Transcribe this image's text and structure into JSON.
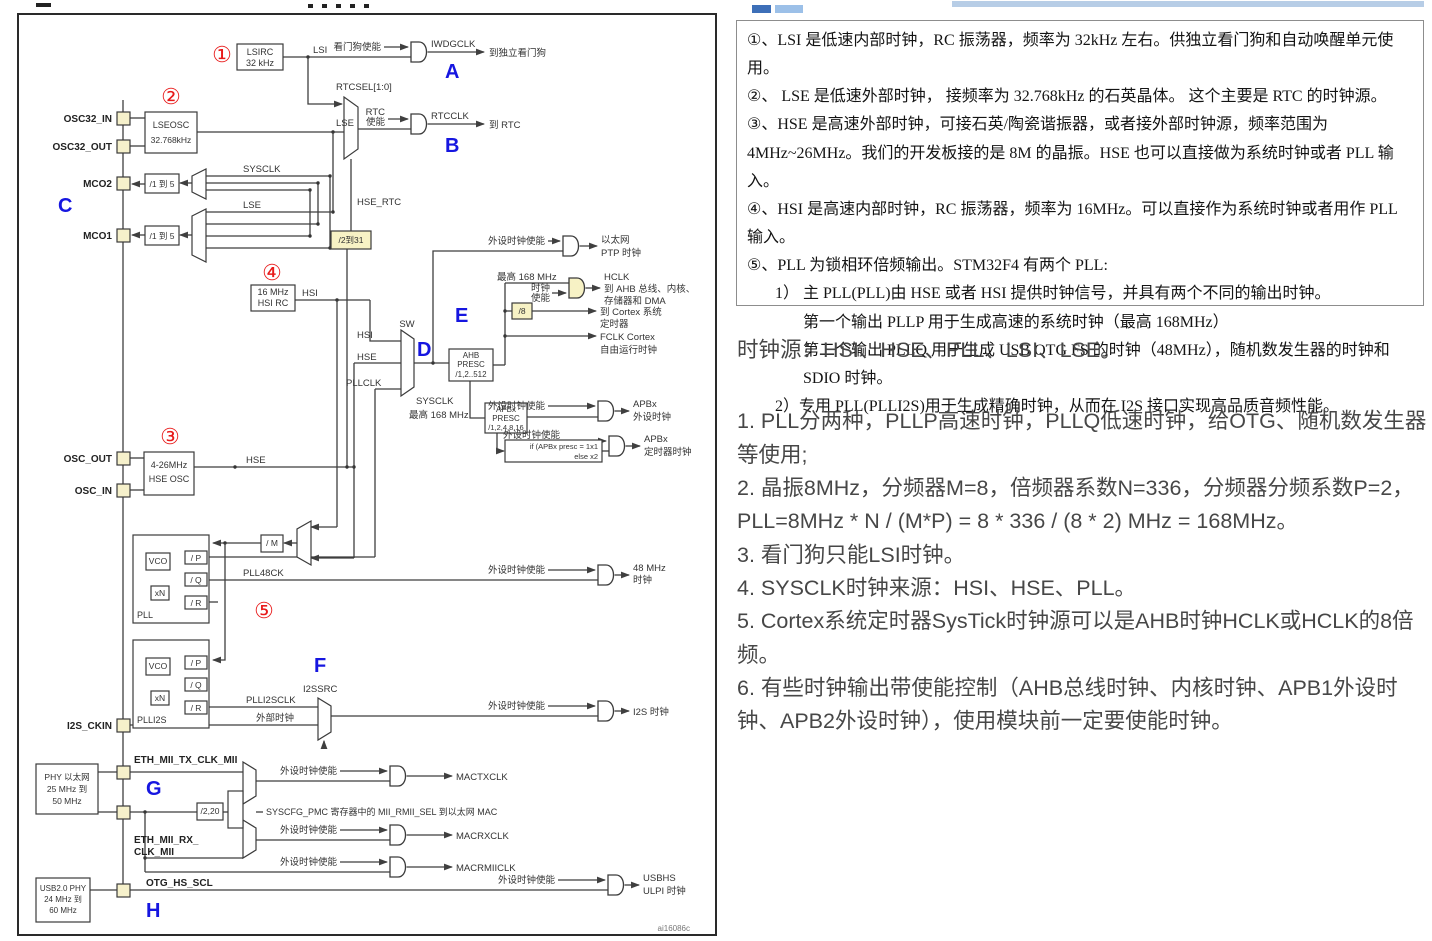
{
  "colors": {
    "accent_red": "#e81a1a",
    "accent_blue": "#1616e0",
    "box_yellow": "#f7f2c5"
  },
  "d": {
    "m1": "①",
    "m2": "②",
    "m3": "③",
    "m4": "④",
    "m5": "⑤",
    "A": "A",
    "B": "B",
    "C": "C",
    "D": "D",
    "E": "E",
    "F": "F",
    "G": "G",
    "H": "H",
    "pin_osc32in": "OSC32_IN",
    "pin_osc32out": "OSC32_OUT",
    "pin_mco2": "MCO2",
    "pin_mco1": "MCO1",
    "pin_oscout": "OSC_OUT",
    "pin_oscin": "OSC_IN",
    "pin_i2sckin": "I2S_CKIN",
    "lsirc": [
      "LSIRC",
      "32 kHz"
    ],
    "lsi": "LSI",
    "wdg_en": "看门狗使能",
    "iwdgclk": "IWDGCLK",
    "to_iwdg": "到独立看门狗",
    "rtcsel": "RTCSEL[1:0]",
    "rtc": "RTC",
    "en2": "使能",
    "rtcclk": "RTCCLK",
    "to_rtc": "到 RTC",
    "lse": "LSE",
    "lseosc": [
      "LSEOSC",
      "32.768kHz"
    ],
    "div15": "/1 到 5",
    "sysclk": "SYSCLK",
    "hse_rtc": "HSE_RTC",
    "div231": "/2到31",
    "hsirc": [
      "16 MHz",
      "HSI RC"
    ],
    "hsi": "HSI",
    "hse": "HSE",
    "pllclk": "PLLCLK",
    "sw": "SW",
    "sysclk_max": "最高 168 MHz",
    "ahb": [
      "AHB",
      "PRESC",
      "/1,2..512"
    ],
    "en": "外设时钟使能",
    "eth_ptp": [
      "以太网",
      "PTP 时钟"
    ],
    "clk": "时钟",
    "hclk": [
      "HCLK",
      "到 AHB 总线、内核、",
      "存储器和 DMA"
    ],
    "div8": "/8",
    "cortex": [
      "到 Cortex 系统",
      "定时器"
    ],
    "fclk": [
      "FCLK Cortex",
      "自由运行时钟"
    ],
    "apbx": [
      "APBx",
      "PRESC",
      "/1,2,4,8,16"
    ],
    "apbx_p": [
      "APBx",
      "外设时钟"
    ],
    "ifbox": [
      "if (APBx presc = 1x1",
      "else x2"
    ],
    "apbx_t": [
      "APBx",
      "定时器时钟"
    ],
    "hseosc": [
      "4-26MHz",
      "HSE OSC"
    ],
    "vco": "VCO",
    "xn": "xN",
    "dp": "/ P",
    "dq": "/ Q",
    "dr": "/ R",
    "dm": "/ M",
    "pll": "PLL",
    "plli2s": "PLLI2S",
    "pll48ck": "PLL48CK",
    "clk48": [
      "48 MHz",
      "时钟"
    ],
    "i2ssrc": "I2SSRC",
    "plli2sclk": "PLLI2SCLK",
    "extclk": "外部时钟",
    "i2s_out": "I2S 时钟",
    "phy": [
      "PHY 以太网",
      "25 MHz 到",
      "50 MHz"
    ],
    "ethtx": "ETH_MII_TX_CLK_MII",
    "div220": "/2,20",
    "syscfg": "SYSCFG_PMC 寄存器中的 MII_RMII_SEL 到以太网 MAC",
    "mactxclk": "MACTXCLK",
    "macrxclk": "MACRXCLK",
    "macrmiiclk": "MACRMIICLK",
    "ethrx": [
      "ETH_MII_RX_",
      "CLK_MII"
    ],
    "usbphy": [
      "USB2.0 PHY",
      "24 MHz 到",
      "60 MHz"
    ],
    "otg": "OTG_HS_SCL",
    "usbhs": [
      "USBHS",
      "ULPI 时钟"
    ],
    "wm": "ai16086c"
  },
  "notes": {
    "n1": "①、LSI 是低速内部时钟，RC 振荡器，频率为 32kHz 左右。供独立看门狗和自动唤醒单元使用。",
    "n2": "②、 LSE 是低速外部时钟， 接频率为 32.768kHz 的石英晶体。 这个主要是 RTC 的时钟源。",
    "n3": "③、HSE 是高速外部时钟，可接石英/陶瓷谐振器，或者接外部时钟源，频率范围为 4MHz~26MHz。我们的开发板接的是 8M 的晶振。HSE 也可以直接做为系统时钟或者 PLL 输入。",
    "n4": "④、HSI 是高速内部时钟，RC 振荡器，频率为 16MHz。可以直接作为系统时钟或者用作 PLL 输入。",
    "n5": "⑤、PLL 为锁相环倍频输出。STM32F4 有两个 PLL:",
    "n5a": "1） 主 PLL(PLL)由 HSE 或者 HSI 提供时钟信号，并具有两个不同的输出时钟。",
    "n5b": "第一个输出 PLLP 用于生成高速的系统时钟（最高 168MHz）",
    "n5c": "第二个输出 PLLQ 用于生成 USB OTG FS 的时钟（48MHz），随机数发生器的时钟和 SDIO 时钟。",
    "n5d": "2）专用 PLL(PLLI2S)用于生成精确时钟，从而在 I2S 接口实现高品质音频性能。"
  },
  "summary": {
    "s0": "时钟源：HSI、HSE、PLL、LSI、LSE。",
    "s1": "1. PLL分两种，PLLP高速时钟，PLLQ低速时钟，给OTG、随机数发生器等使用;",
    "s2": "2. 晶振8MHz，分频器M=8，倍频器系数N=336，分频器分频系数P=2，PLL=8MHz * N / (M*P) = 8 * 336 / (8 * 2) MHz = 168MHz。",
    "s3": "3. 看门狗只能LSI时钟。",
    "s4": "4. SYSCLK时钟来源：HSI、HSE、PLL。",
    "s5": "5. Cortex系统定时器SysTick时钟源可以是AHB时钟HCLK或HCLK的8倍频。",
    "s6": "6. 有些时钟输出带使能控制（AHB总线时钟、内核时钟、APB1外设时钟、APB2外设时钟），使用模块前一定要使能时钟。"
  }
}
